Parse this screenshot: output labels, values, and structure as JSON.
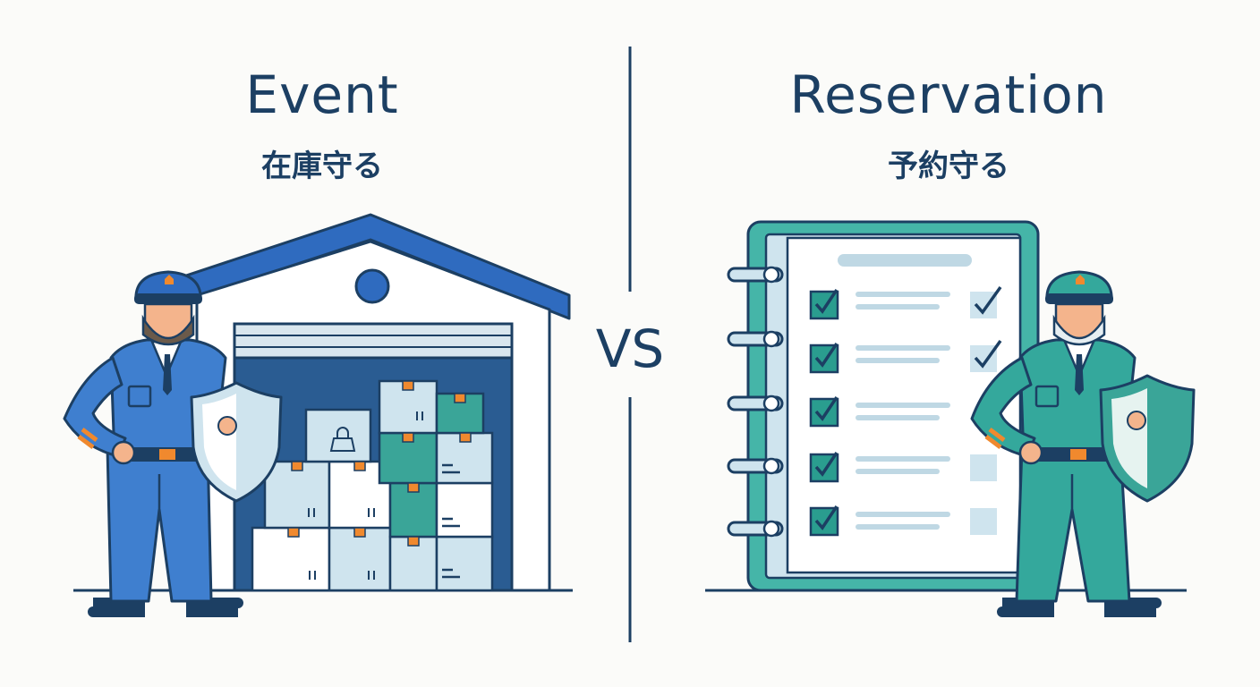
{
  "left": {
    "title": "Event",
    "subtitle": "在庫守る"
  },
  "right": {
    "title": "Reservation",
    "subtitle": "予約守る"
  },
  "vs": "VS",
  "colors": {
    "navy": "#1c3f63",
    "blue_guard": "#3f7fcf",
    "teal_guard": "#34a89c",
    "roof_blue": "#2f6bbf",
    "box_light": "#cfe4ee",
    "box_teal": "#3aa598",
    "tape_orange": "#f0892e",
    "clipboard_teal": "#45b5a8",
    "check_teal": "#2a9d8f"
  },
  "icons": {
    "guard_left": "security-guard-icon",
    "guard_right": "security-guard-icon",
    "warehouse": "warehouse-icon",
    "clipboard": "checklist-clipboard-icon",
    "shield": "shield-icon"
  }
}
